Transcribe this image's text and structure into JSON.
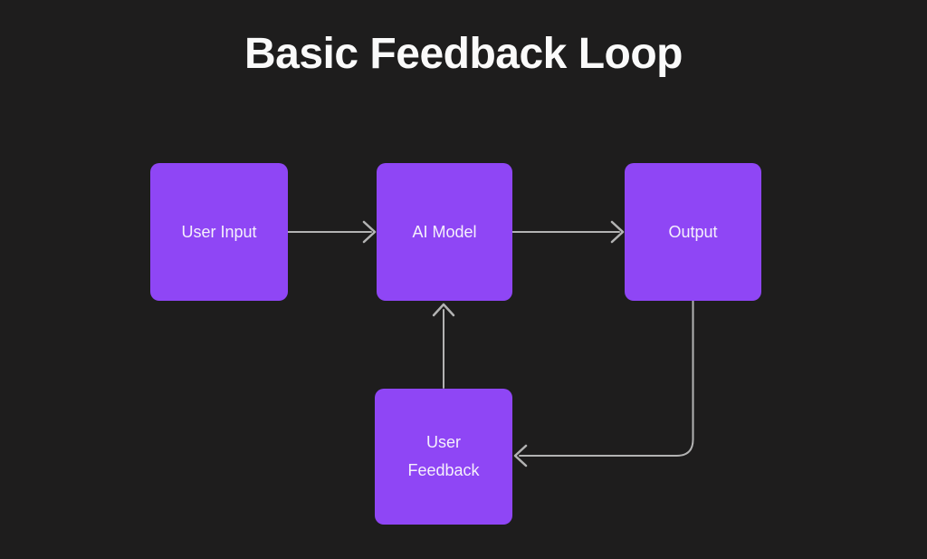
{
  "title": "Basic Feedback Loop",
  "nodes": [
    {
      "id": "user-input",
      "label": "User Input"
    },
    {
      "id": "ai-model",
      "label": "AI Model"
    },
    {
      "id": "output",
      "label": "Output"
    },
    {
      "id": "user-feedback",
      "label": "User Feedback"
    }
  ],
  "edges": [
    {
      "from": "user-input",
      "to": "ai-model"
    },
    {
      "from": "ai-model",
      "to": "output"
    },
    {
      "from": "output",
      "to": "user-feedback"
    },
    {
      "from": "user-feedback",
      "to": "ai-model"
    }
  ],
  "colors": {
    "background": "#1e1d1d",
    "node_fill": "#8f46f5",
    "node_text": "#f5f0fc",
    "connector": "#b3b3b3",
    "title_text": "#fafafa"
  }
}
